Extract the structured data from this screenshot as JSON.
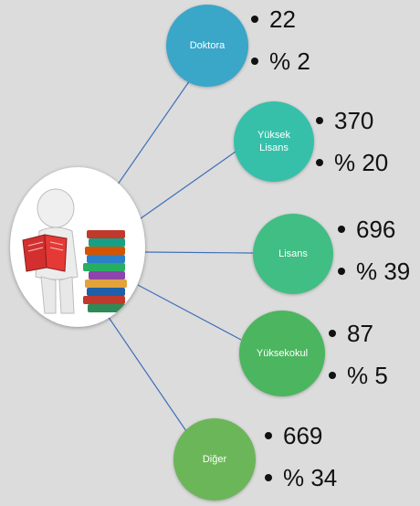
{
  "colors": {
    "background": "#dcdcdc",
    "connector": "#3f6fb7",
    "doktora": "#3aa6c8",
    "yuksek_lisans": "#36c0aa",
    "lisans": "#40be83",
    "yuksekokul": "#4cb55f",
    "diger": "#6cb65a"
  },
  "center": {
    "icon": "person-reading-books-icon"
  },
  "nodes": [
    {
      "label": "Doktora",
      "count": "22",
      "percent": "% 2"
    },
    {
      "label": "Yüksek\nLisans",
      "count": "370",
      "percent": "% 20"
    },
    {
      "label": "Lisans",
      "count": "696",
      "percent": "% 39"
    },
    {
      "label": "Yüksekokul",
      "count": "87",
      "percent": "% 5"
    },
    {
      "label": "Diğer",
      "count": "669",
      "percent": "% 34"
    }
  ]
}
